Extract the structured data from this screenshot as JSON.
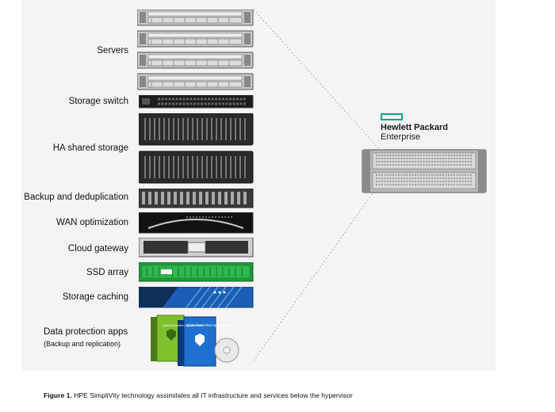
{
  "labels": {
    "servers": "Servers",
    "storage_switch": "Storage switch",
    "ha_shared_storage": "HA shared storage",
    "backup_dedup": "Backup and deduplication",
    "wan_optimization": "WAN optimization",
    "cloud_gateway": "Cloud gateway",
    "ssd_array": "SSD array",
    "storage_caching": "Storage caching",
    "data_protection": "Data protection apps",
    "data_protection_sub": "(Backup and replication)"
  },
  "box_label": "Data Protection Applications",
  "hpe": {
    "line1": "Hewlett Packard",
    "line2": "Enterprise",
    "brand_color": "#01a982"
  },
  "caption": {
    "figure": "Figure 1.",
    "text": " HPE SimpliVity technology assimilates all IT infrastructure and services below the hypervisor"
  },
  "colors": {
    "ssd_green": "#1e9a3a",
    "caching_blue": "#1a5fb4",
    "dotted_line": "#9a9a9a"
  }
}
